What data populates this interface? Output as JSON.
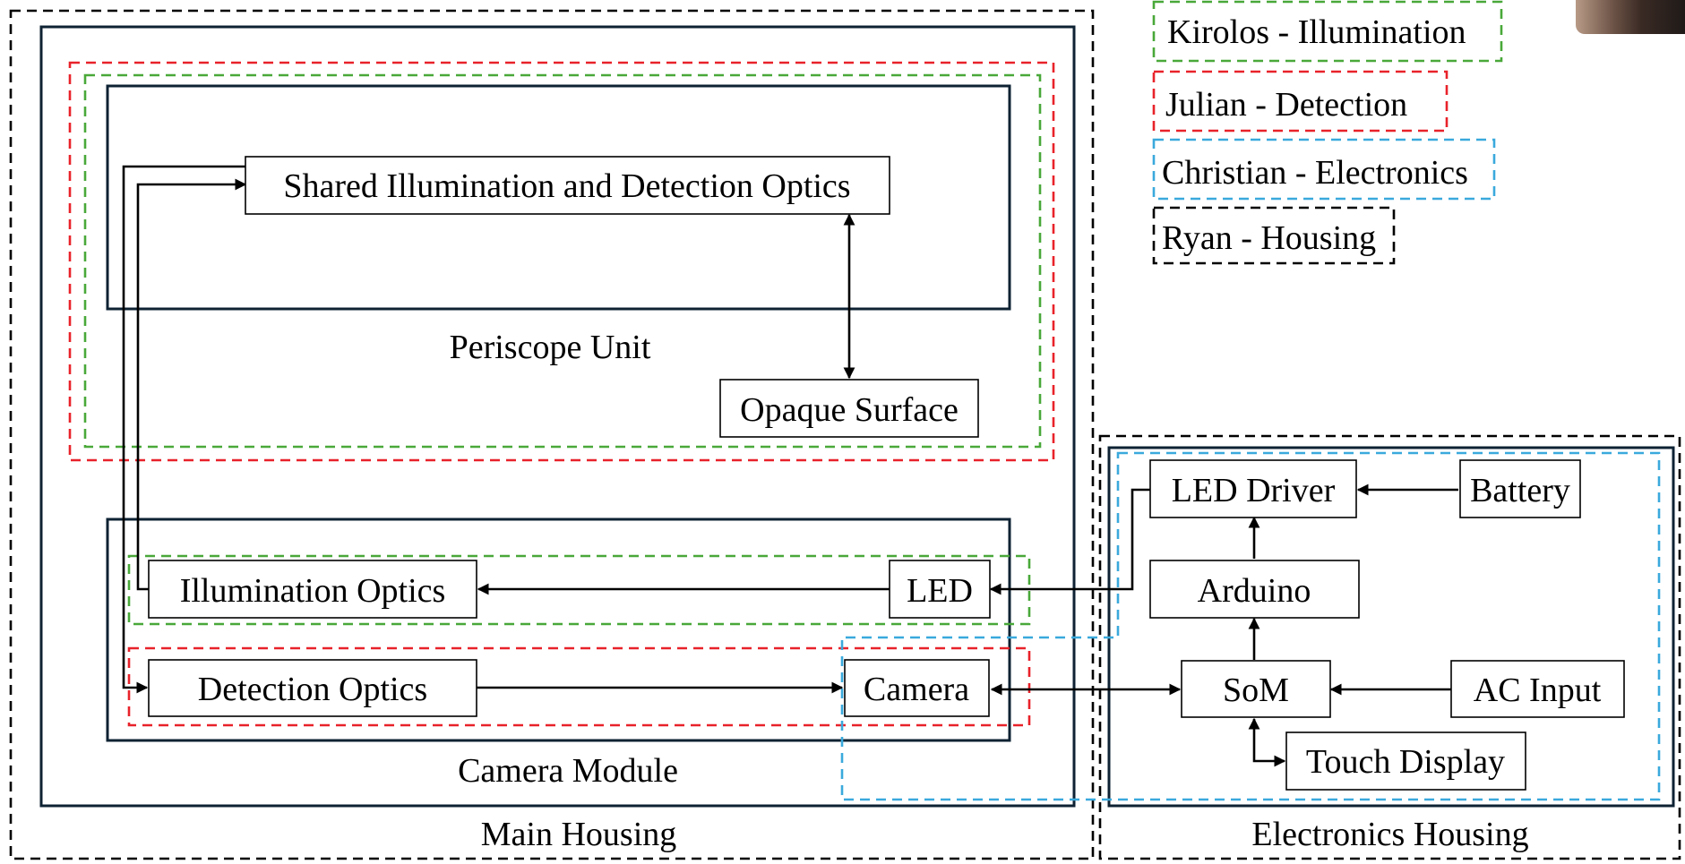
{
  "legend": {
    "illumination": "Kirolos - Illumination",
    "detection": "Julian - Detection",
    "electronics": "Christian - Electronics",
    "housing": "Ryan - Housing"
  },
  "groups": {
    "main_housing": "Main Housing",
    "electronics_housing": "Electronics Housing",
    "periscope_unit": "Periscope Unit",
    "camera_module": "Camera Module"
  },
  "blocks": {
    "shared_optics": "Shared Illumination and Detection Optics",
    "opaque_surface": "Opaque Surface",
    "illumination_optics": "Illumination Optics",
    "led": "LED",
    "detection_optics": "Detection Optics",
    "camera": "Camera",
    "led_driver": "LED Driver",
    "battery": "Battery",
    "arduino": "Arduino",
    "som": "SoM",
    "ac_input": "AC Input",
    "touch_display": "Touch Display"
  },
  "colors": {
    "illumination": "#49a839",
    "detection": "#e8222a",
    "electronics": "#3aa9dc",
    "housing": "#000000",
    "module_outline": "#0e2233"
  }
}
